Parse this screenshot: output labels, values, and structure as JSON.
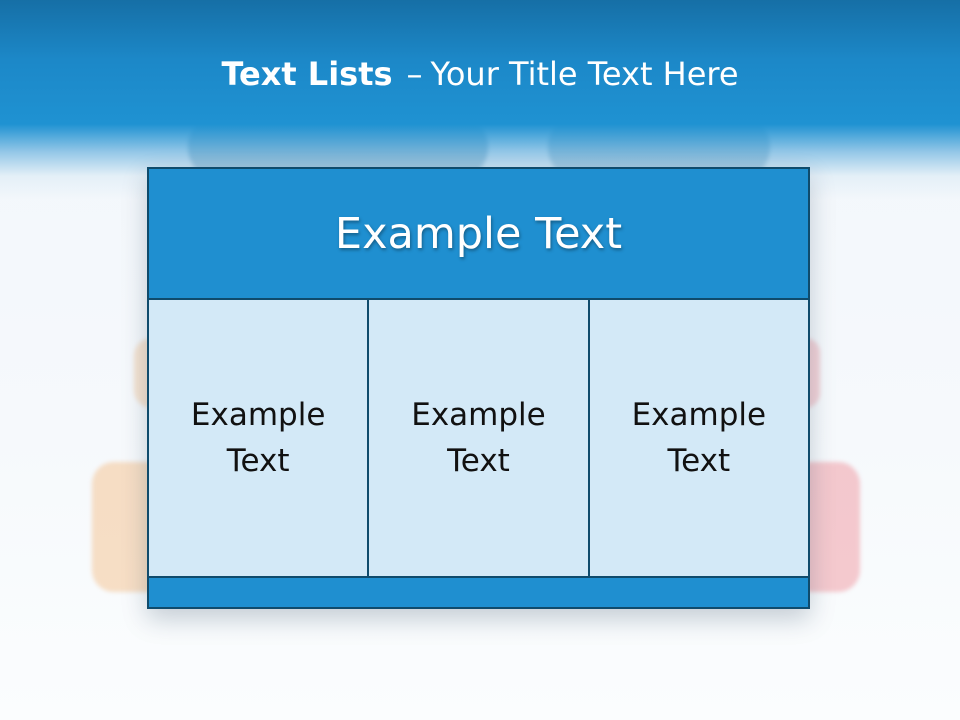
{
  "slide": {
    "title_bold": "Text Lists",
    "title_separator": "–",
    "title_rest": "Your Title Text Here"
  },
  "table": {
    "header": "Example Text",
    "cells": [
      "Example Text",
      "Example Text",
      "Example Text"
    ]
  },
  "colors": {
    "header_band": "#1f92d2",
    "table_fill": "#1f8fd0",
    "cell_fill": "#d3e9f7",
    "border": "#0f4b6c"
  }
}
